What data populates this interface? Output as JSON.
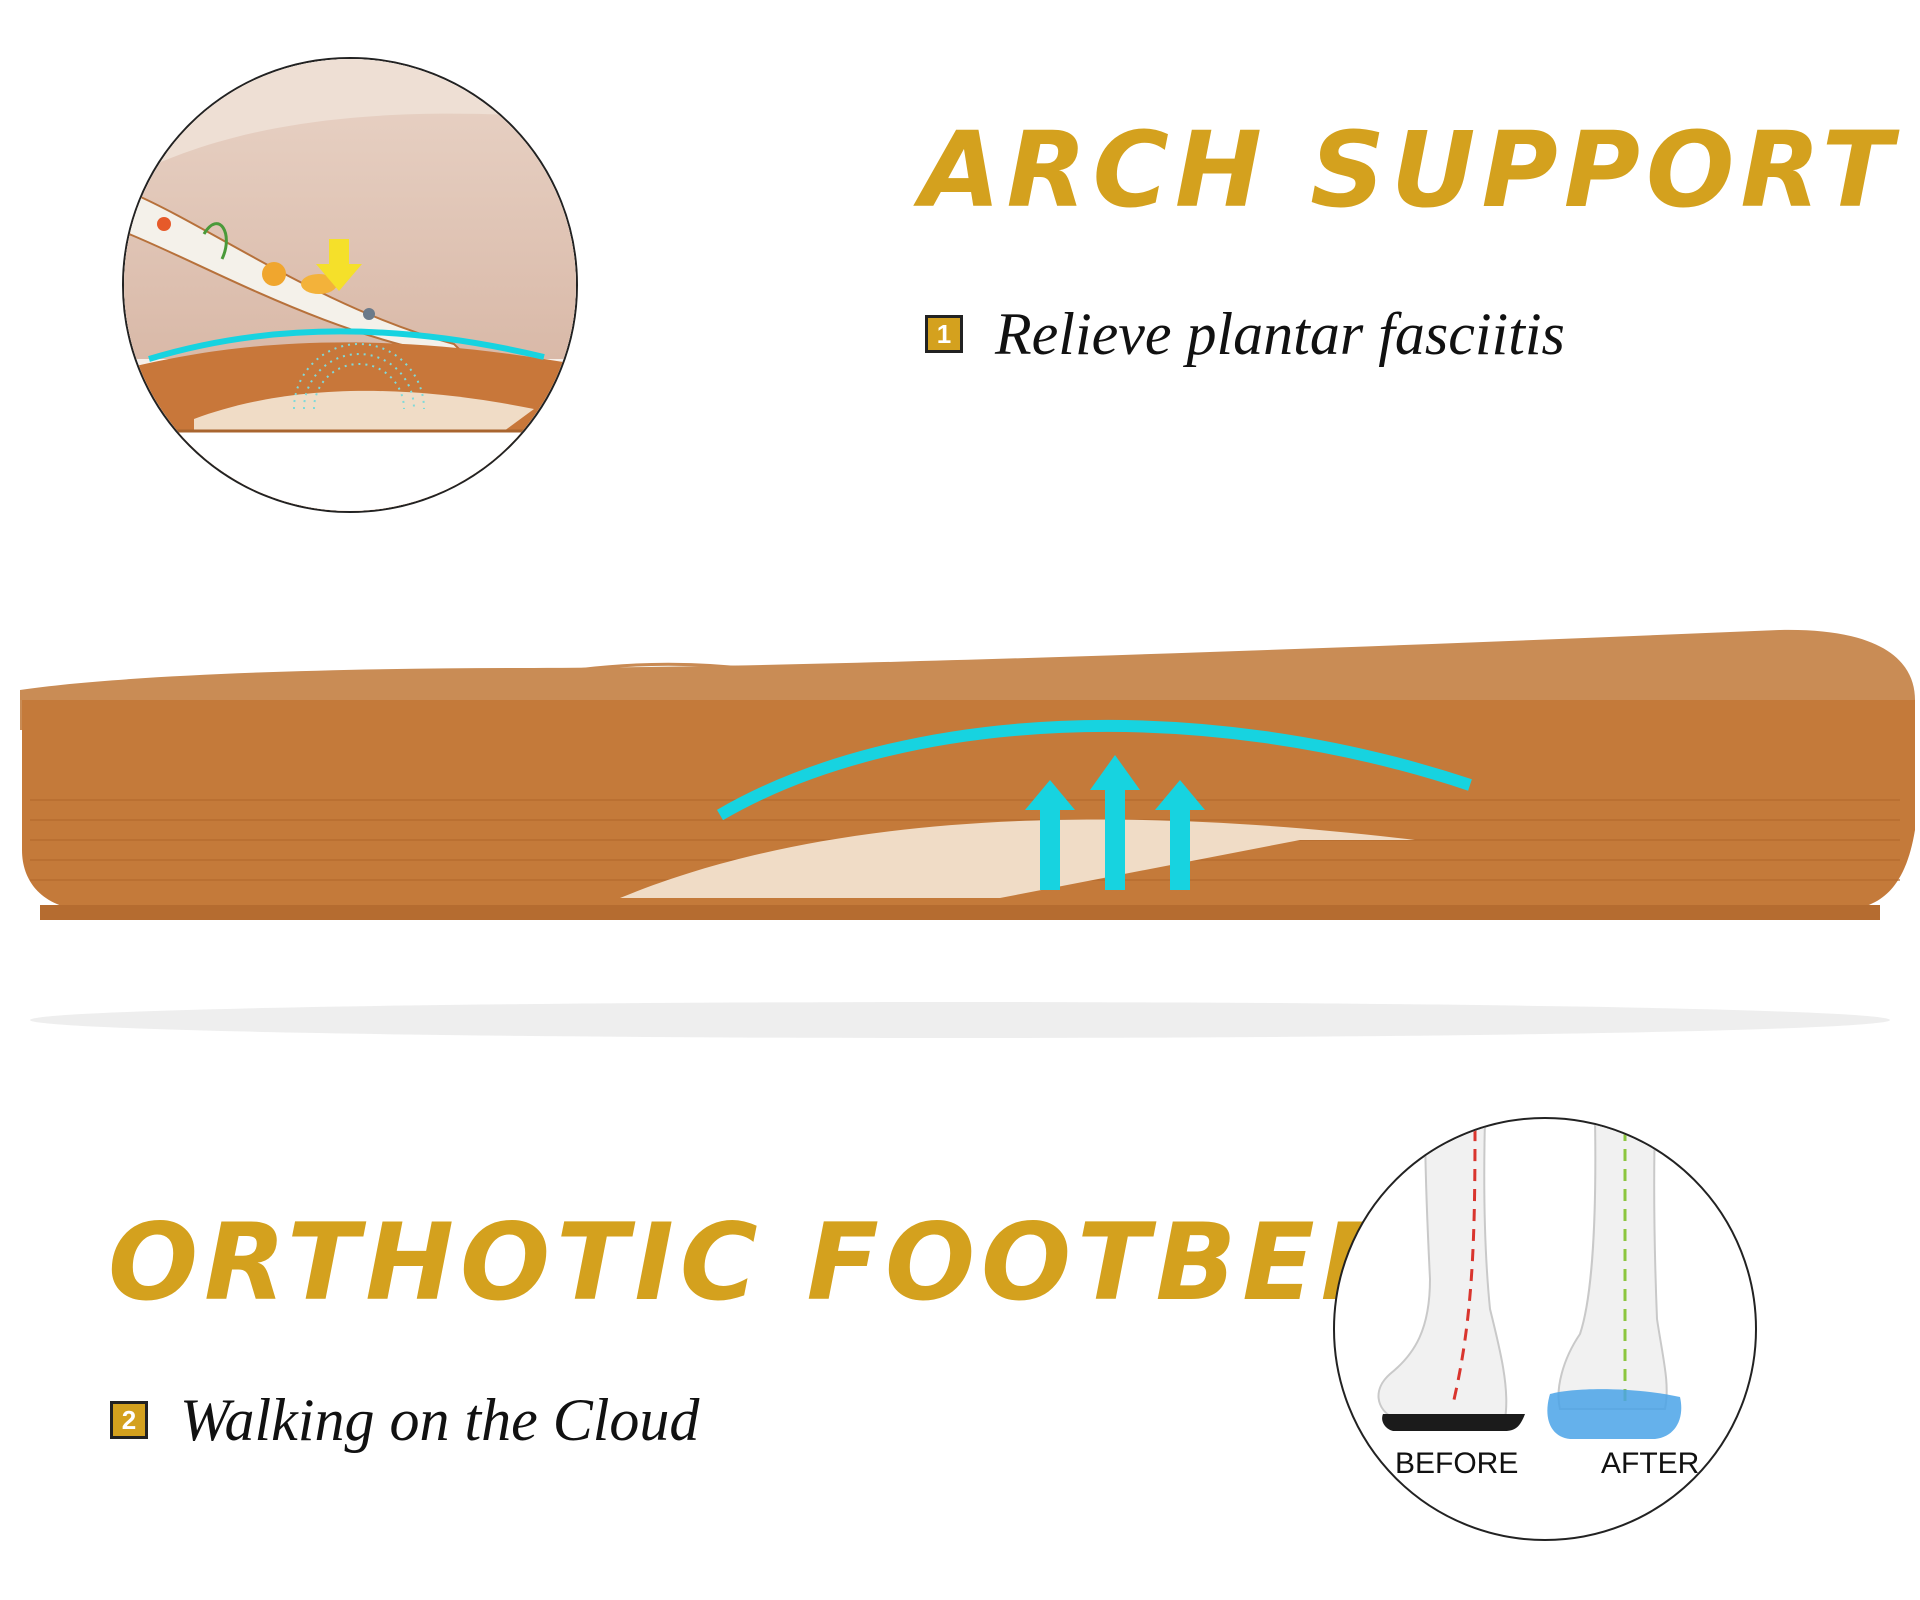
{
  "headlines": {
    "arch_support": "ARCH SUPPORT",
    "orthotic_footbed": "ORTHOTIC FOOTBED"
  },
  "features": [
    {
      "number": "1",
      "text": "Relieve plantar fasciitis"
    },
    {
      "number": "2",
      "text": "Walking on the Cloud"
    }
  ],
  "comparison": {
    "before_label": "BEFORE",
    "after_label": "AFTER"
  },
  "colors": {
    "headline_gold": "#D4A11E",
    "badge_gold": "#D4A11E",
    "sole_brown": "#C47A3A",
    "arch_cyan": "#17D3E0",
    "insert_cream": "#EDDCC6"
  }
}
